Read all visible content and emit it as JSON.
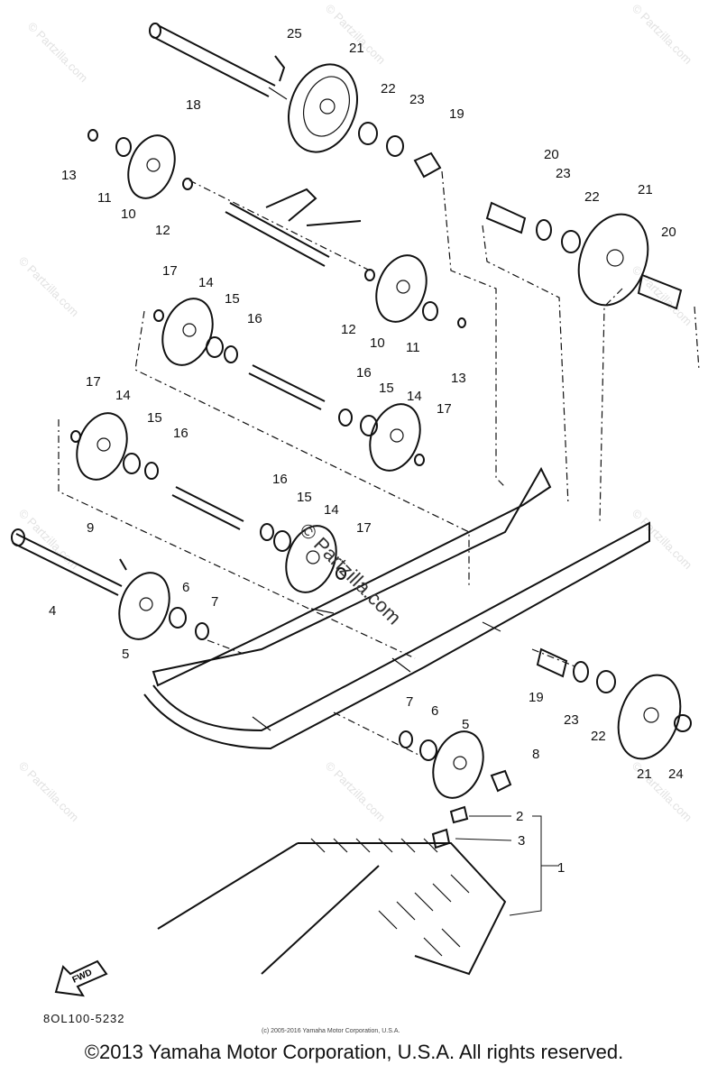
{
  "diagram": {
    "code": "8OL100-5232",
    "small_copyright": "(c) 2005-2016 Yamaha Motor Corporation, U.S.A.",
    "footer_copyright": "©2013 Yamaha Motor Corporation, U.S.A. All rights reserved.",
    "center_watermark": "© Partzilla.com",
    "corner_watermark": "© Partzilla.com",
    "fwd_arrow_label": "FWD",
    "part_numbers": [
      "25",
      "21",
      "18",
      "22",
      "23",
      "19",
      "13",
      "11",
      "10",
      "12",
      "20",
      "23",
      "22",
      "21",
      "20",
      "17",
      "14",
      "15",
      "16",
      "12",
      "10",
      "11",
      "13",
      "16",
      "15",
      "14",
      "17",
      "17",
      "14",
      "15",
      "16",
      "16",
      "15",
      "14",
      "17",
      "9",
      "6",
      "7",
      "4",
      "5",
      "7",
      "6",
      "5",
      "8",
      "19",
      "23",
      "22",
      "21",
      "24",
      "2",
      "3",
      "1"
    ]
  }
}
